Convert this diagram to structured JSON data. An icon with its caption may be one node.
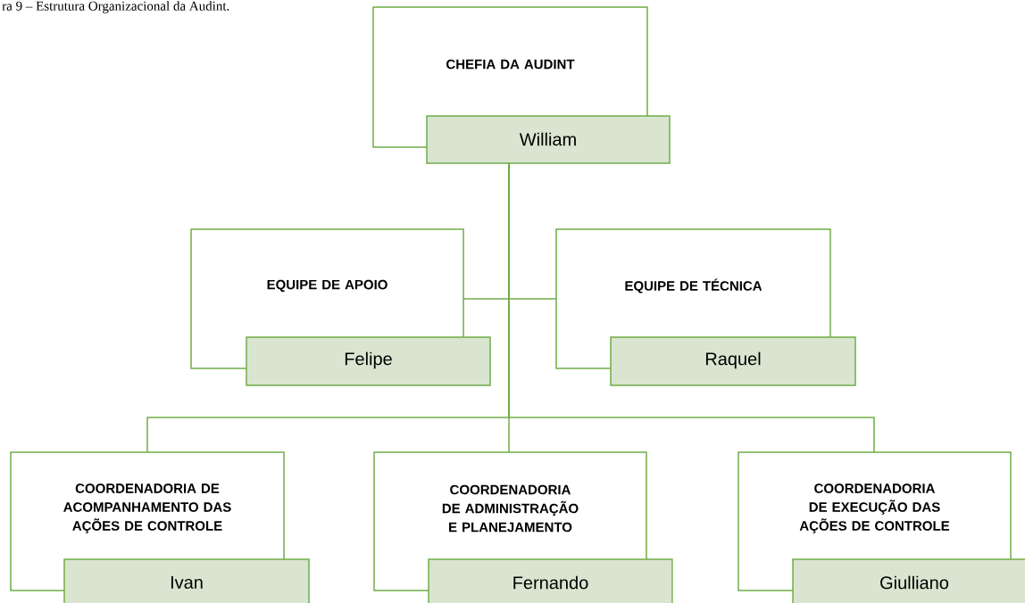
{
  "diagram": {
    "title": "ra 9 – Estrutura Organizacional da Audint.",
    "nodes": [
      {
        "text": [
          "CHEFIA DA AUDINT",
          "William"
        ]
      },
      {
        "text": [
          "EQUIPE DE APOIO",
          "Felipe"
        ]
      },
      {
        "text": [
          "EQUIPE DE TÉCNICA",
          "Raquel"
        ]
      },
      {
        "text": [
          "COORDENADORIA DE ACOMPANHAMENTO DAS AÇÕES DE CONTROLE",
          "Ivan"
        ]
      },
      {
        "text": [
          "COORDENADORIA DE ADMINISTRAÇÃO E PLANEJAMENTO",
          "Fernando"
        ]
      },
      {
        "text": [
          "COORDENADORIA DE EXECUÇÃO DAS AÇÕES DE CONTROLE",
          "Giulliano"
        ]
      }
    ],
    "edges": [
      {
        "from": 0,
        "to": 1,
        "arrow": "none"
      },
      {
        "from": 0,
        "to": 2,
        "arrow": "none"
      },
      {
        "from": 0,
        "to": 3,
        "arrow": "none"
      },
      {
        "from": 0,
        "to": 4,
        "arrow": "none"
      },
      {
        "from": 0,
        "to": 5,
        "arrow": "none"
      }
    ]
  }
}
